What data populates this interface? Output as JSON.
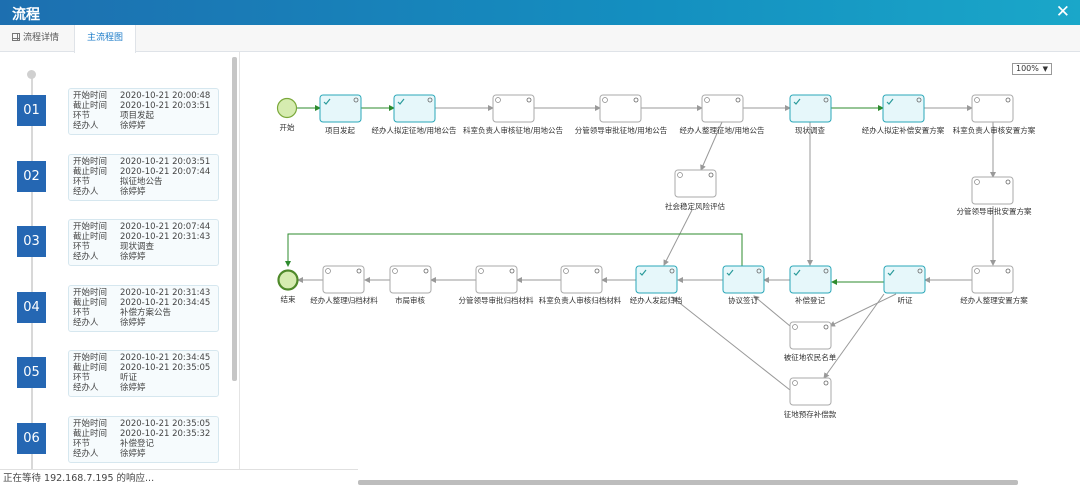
{
  "window": {
    "title": "流程",
    "close_label": "✕"
  },
  "tabs": [
    {
      "label": "流程详情"
    },
    {
      "label": "主流程图"
    }
  ],
  "timeline": {
    "field_labels": {
      "start": "开始时间",
      "end": "截止时间",
      "stage": "环节",
      "handler": "经办人"
    },
    "steps": [
      {
        "num": "01",
        "start": "2020-10-21 20:00:48",
        "end": "2020-10-21 20:03:51",
        "stage": "项目发起",
        "handler": "徐婷婷"
      },
      {
        "num": "02",
        "start": "2020-10-21 20:03:51",
        "end": "2020-10-21 20:07:44",
        "stage": "拟征地公告",
        "handler": "徐婷婷"
      },
      {
        "num": "03",
        "start": "2020-10-21 20:07:44",
        "end": "2020-10-21 20:31:43",
        "stage": "现状调查",
        "handler": "徐婷婷"
      },
      {
        "num": "04",
        "start": "2020-10-21 20:31:43",
        "end": "2020-10-21 20:34:45",
        "stage": "补偿方案公告",
        "handler": "徐婷婷"
      },
      {
        "num": "05",
        "start": "2020-10-21 20:34:45",
        "end": "2020-10-21 20:35:05",
        "stage": "听证",
        "handler": "徐婷婷"
      },
      {
        "num": "06",
        "start": "2020-10-21 20:35:05",
        "end": "2020-10-21 20:35:32",
        "stage": "补偿登记",
        "handler": "徐婷婷"
      }
    ]
  },
  "zoom": {
    "value": "100%",
    "arrow": "▼"
  },
  "flow": {
    "start_label": "开始",
    "end_label": "结束",
    "nodes": {
      "n1": "项目发起",
      "n2": "经办人拟定征地/用地公告",
      "n3": "科室负责人审核征地/用地公告",
      "n4": "分管领导审批征地/用地公告",
      "n5": "经办人整理征地/用地公告",
      "n6": "现状调查",
      "n7": "经办人拟定补偿安置方案",
      "n8": "科室负责人审核安置方案",
      "n9": "社会稳定风险评估",
      "n10": "分管领导审批安置方案",
      "n11": "经办人整理安置方案",
      "n12": "听证",
      "n13": "补偿登记",
      "n14": "协议签订",
      "n15": "经办人发起归档",
      "n16": "科室负责人审核归档材料",
      "n17": "分管领导审批归档材料",
      "n18": "市局审核",
      "n19": "经办人整理归档材料",
      "n20": "被征地农民名单",
      "n21": "征地预存补偿款"
    }
  },
  "status_bar": {
    "text": "正在等待 192.168.7.195 的响应..."
  },
  "colors": {
    "accent": "#2567b3",
    "done_task_fill": "#e6f7fa",
    "flow_green": "#2e8b2e",
    "title_bar": "#1d6fb0"
  }
}
